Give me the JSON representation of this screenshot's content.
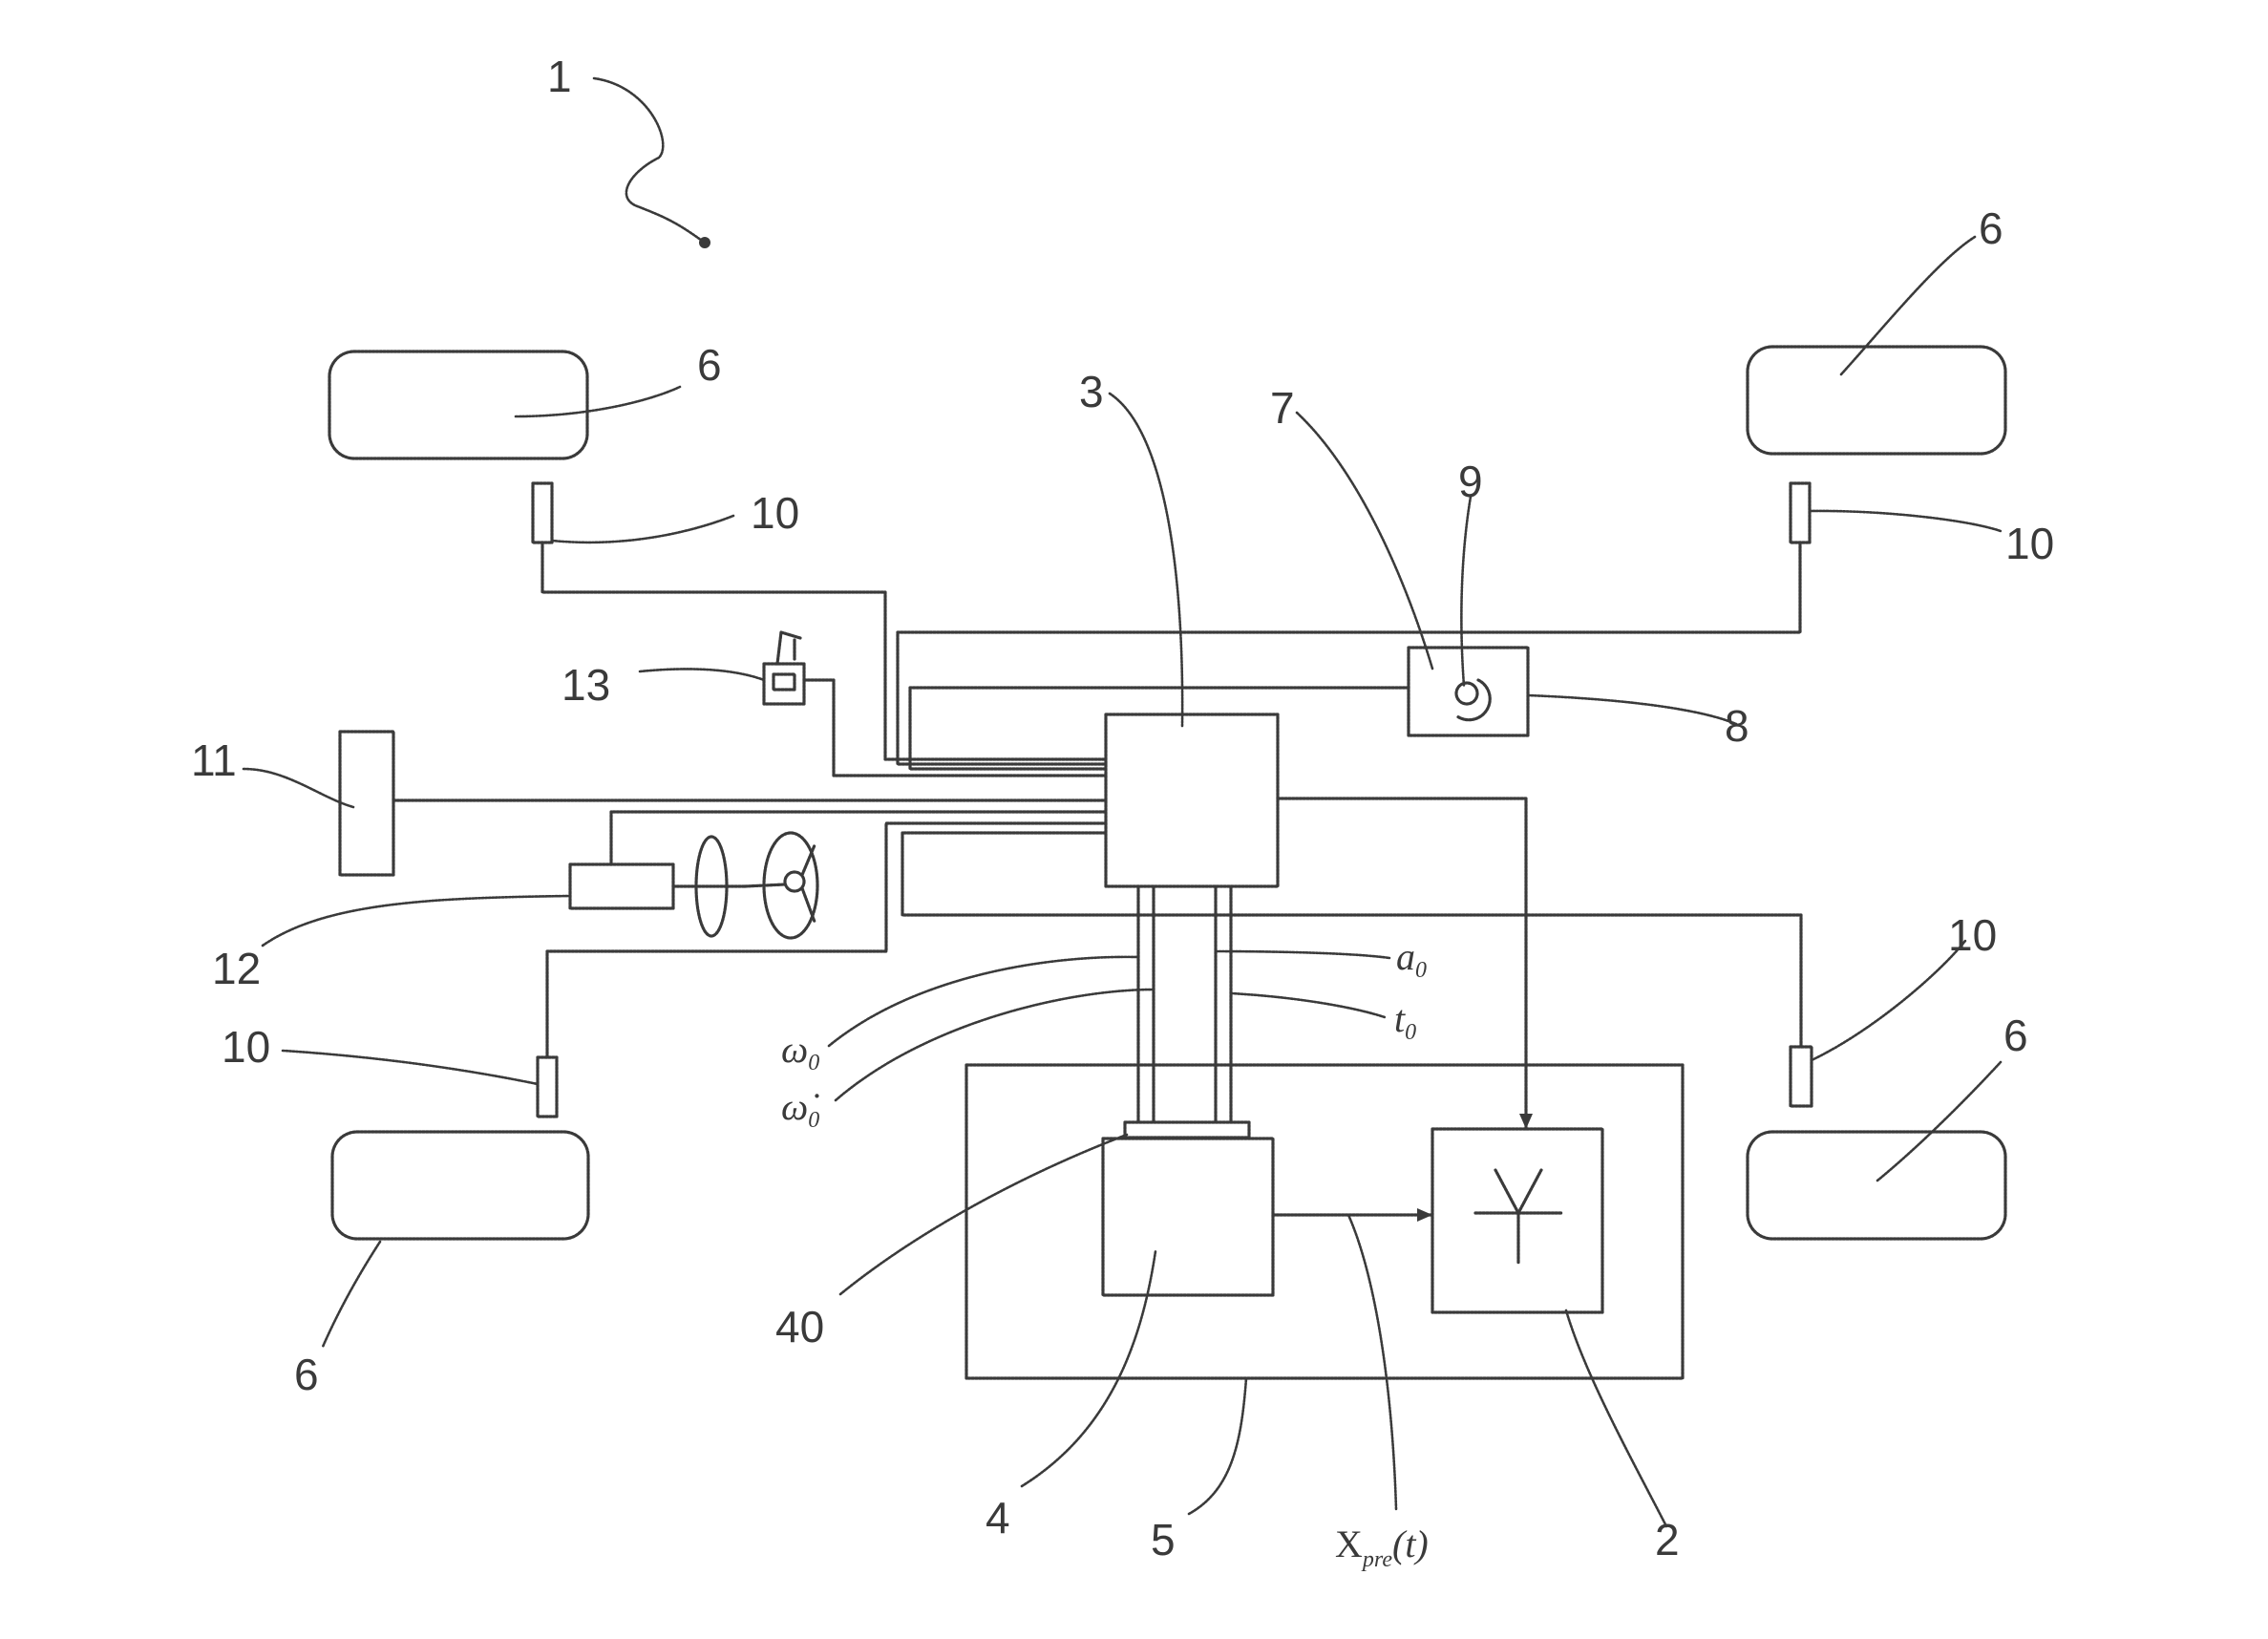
{
  "labels": {
    "system": "1",
    "actuator": "2",
    "control_unit": "3",
    "estimator": "4",
    "module": "5",
    "wheel": "6",
    "sensor_unit": "7",
    "sensor_8": "8",
    "sensor_9": "9",
    "wheel_sensor": "10",
    "pedal": "11",
    "steering": "12",
    "switch": "13",
    "interface": "40"
  },
  "signals": {
    "omega0": "ω",
    "omega0_dot": "ω̇",
    "a0": "a",
    "t0": "t",
    "sub0": "0",
    "xpre_main": "X",
    "xpre_sub": "pre",
    "xpre_arg": "(t)"
  }
}
